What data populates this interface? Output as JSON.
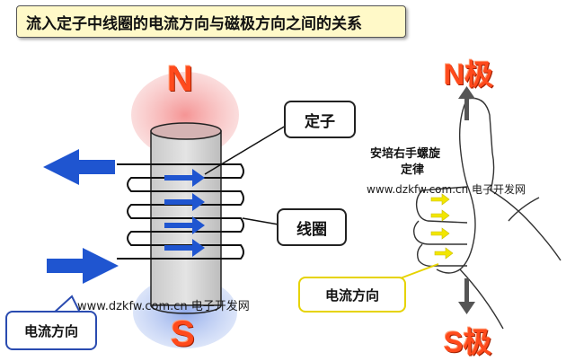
{
  "title": "流入定子中线圈的电流方向与磁极方向之间的关系",
  "left": {
    "pole_top": "N",
    "pole_bottom": "S",
    "stator_label": "定子",
    "coil_label": "线圈",
    "current_label": "电流方向",
    "watermark": "www.dzkfw.com.cn 电子开发网"
  },
  "right": {
    "pole_top": "N极",
    "pole_bottom": "S极",
    "rule_label_line1": "安培右手螺旋",
    "rule_label_line2": "定律",
    "current_label": "电流方向",
    "watermark": "www.dzkfw.com.cn 电子开发网"
  },
  "colors": {
    "north_glow": "#f7a9a9",
    "south_glow": "#a9bff0",
    "arrow_blue": "#1f55d0",
    "pole_red": "#ff4a1c",
    "current_yellow": "#f2e600"
  }
}
